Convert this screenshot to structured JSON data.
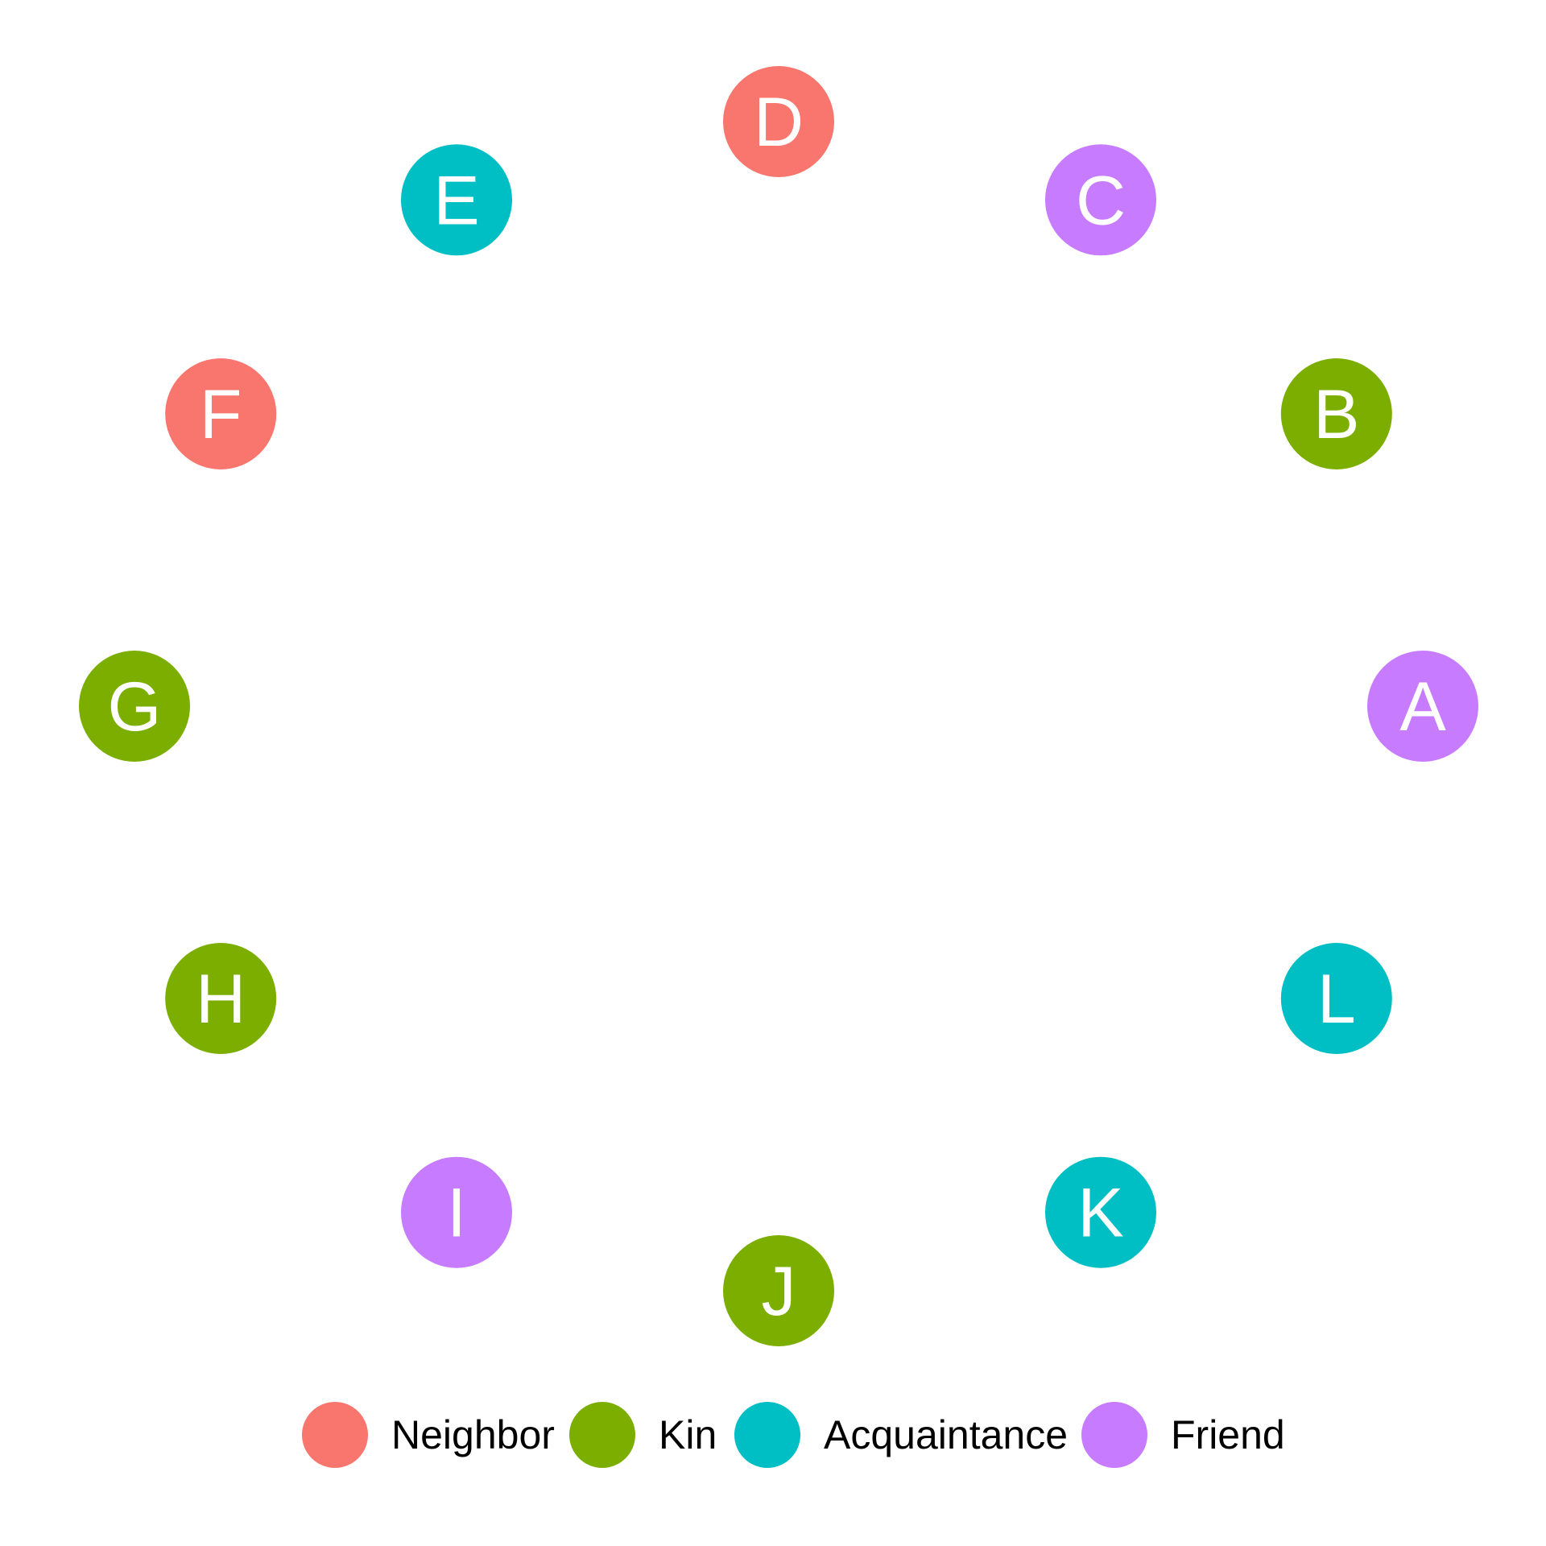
{
  "categories": [
    {
      "id": "neighbor",
      "label": "Neighbor",
      "color": "#F8766D"
    },
    {
      "id": "kin",
      "label": "Kin",
      "color": "#7CAE00"
    },
    {
      "id": "acquaintance",
      "label": "Acquaintance",
      "color": "#00BFC4"
    },
    {
      "id": "friend",
      "label": "Friend",
      "color": "#C77CFF"
    }
  ],
  "nodes": [
    {
      "label": "A",
      "category": "friend"
    },
    {
      "label": "B",
      "category": "kin"
    },
    {
      "label": "C",
      "category": "friend"
    },
    {
      "label": "D",
      "category": "neighbor"
    },
    {
      "label": "E",
      "category": "acquaintance"
    },
    {
      "label": "F",
      "category": "neighbor"
    },
    {
      "label": "G",
      "category": "kin"
    },
    {
      "label": "H",
      "category": "kin"
    },
    {
      "label": "I",
      "category": "friend"
    },
    {
      "label": "J",
      "category": "kin"
    },
    {
      "label": "K",
      "category": "acquaintance"
    },
    {
      "label": "L",
      "category": "acquaintance"
    }
  ]
}
